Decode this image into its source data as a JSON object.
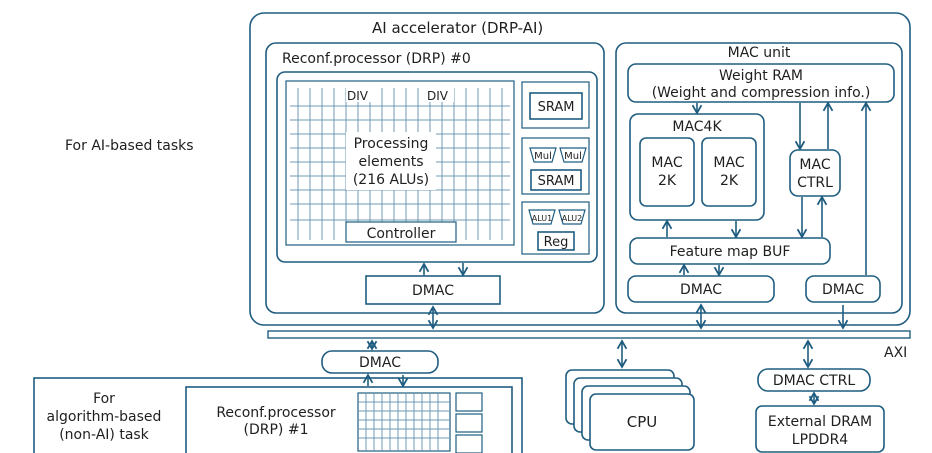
{
  "labels": {
    "ai_tasks": "For AI-based tasks",
    "algo_tasks_line1": "For",
    "algo_tasks_line2": "algorithm-based",
    "algo_tasks_line3": "(non-AI) task",
    "accelerator": "AI accelerator (DRP-AI)",
    "drp0": "Reconf.processor (DRP) #0",
    "div1": "DIV",
    "div2": "DIV",
    "pe_line1": "Processing",
    "pe_line2": "elements",
    "pe_line3": "(216 ALUs)",
    "controller": "Controller",
    "sram1": "SRAM",
    "mul1": "Mul",
    "mul2": "Mul",
    "sram2": "SRAM",
    "alu1": "ALU1",
    "alu2": "ALU2",
    "reg": "Reg",
    "dmac_drp0": "DMAC",
    "mac_unit": "MAC unit",
    "weight_ram_line1": "Weight RAM",
    "weight_ram_line2": "(Weight and compression info.)",
    "mac4k": "MAC4K",
    "mac2k_a_line1": "MAC",
    "mac2k_a_line2": "2K",
    "mac2k_b_line1": "MAC",
    "mac2k_b_line2": "2K",
    "mac_ctrl_line1": "MAC",
    "mac_ctrl_line2": "CTRL",
    "feature_map_buf": "Feature map BUF",
    "dmac_mac1": "DMAC",
    "dmac_mac2": "DMAC",
    "axi": "AXI",
    "dmac_drp1": "DMAC",
    "drp1_line1": "Reconf.processor",
    "drp1_line2": "(DRP) #1",
    "cpu": "CPU",
    "dmac_ctrl": "DMAC CTRL",
    "dram_line1": "External DRAM",
    "dram_line2": "LPDDR4"
  },
  "colors": {
    "line": "#1f5d80",
    "grid": "#6f9bb5",
    "text": "#1f1f1f"
  }
}
